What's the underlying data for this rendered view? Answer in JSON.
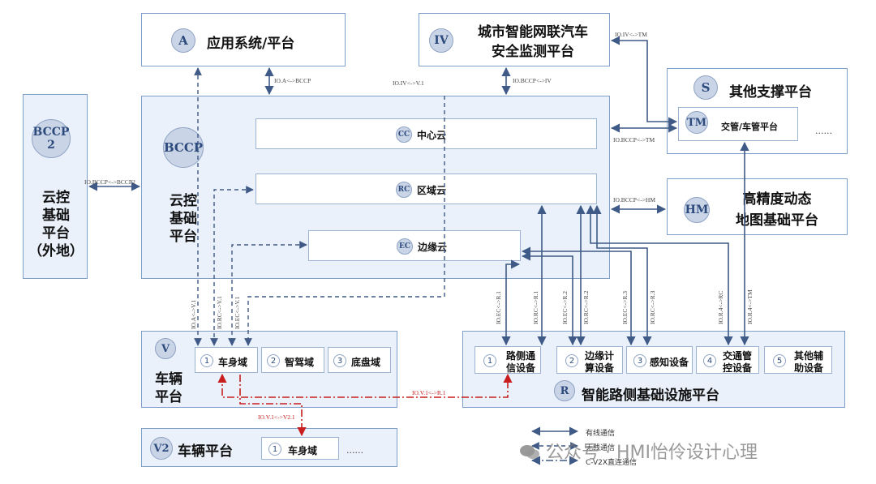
{
  "top": {
    "a": {
      "badge": "A",
      "title": "应用系统/平台"
    },
    "iv": {
      "badge": "IV",
      "title_line1": "城市智能网联汽车",
      "title_line2": "安全监测平台"
    },
    "s": {
      "badge": "S",
      "title": "其他支撑平台"
    },
    "tm": {
      "badge": "TM",
      "label": "交管/车管平台",
      "more": "......"
    },
    "hm": {
      "badge": "HM",
      "title_line1": "高精度动态",
      "title_line2": "地图基础平台"
    }
  },
  "bccp2": {
    "badge_line1": "BCCP",
    "badge_line2": "2",
    "title_lines": [
      "云控",
      "基础",
      "平台",
      "（外地）"
    ]
  },
  "bccp": {
    "badge": "BCCP",
    "title_lines": [
      "云控",
      "基础",
      "平台"
    ],
    "clouds": [
      {
        "badge": "CC",
        "label": "中心云"
      },
      {
        "badge": "RC",
        "label": "区域云"
      },
      {
        "badge": "EC",
        "label": "边缘云"
      }
    ]
  },
  "vehicle": {
    "badge": "V",
    "title_lines": [
      "车辆",
      "平台"
    ],
    "domains": [
      {
        "num": "1",
        "label": "车身域"
      },
      {
        "num": "2",
        "label": "智驾域"
      },
      {
        "num": "3",
        "label": "底盘域"
      }
    ]
  },
  "vehicle2": {
    "badge": "V2",
    "title": "车辆平台",
    "domain": {
      "num": "1",
      "label": "车身域"
    },
    "more": "......"
  },
  "roadside": {
    "badge": "R",
    "title": "智能路侧基础设施平台",
    "devices": [
      {
        "num": "1",
        "line1": "路侧通",
        "line2": "信设备"
      },
      {
        "num": "2",
        "line1": "边缘计",
        "line2": "算设备"
      },
      {
        "num": "3",
        "line1": "感知设备",
        "line2": ""
      },
      {
        "num": "4",
        "line1": "交通管",
        "line2": "控设备"
      },
      {
        "num": "5",
        "line1": "其他辅",
        "line2": "助设备"
      }
    ]
  },
  "interfaces": {
    "a_bccp": "IO.A<->BCCP",
    "iv_v1": "IO.IV<->V.1",
    "bccp_iv": "IO.BCCP<->IV",
    "iv_tm": "IO.IV<->TM",
    "bccp_tm": "IO.BCCP<->TM",
    "bccp_hm": "IO.BCCP<->HM",
    "bccp_bccp2": "IO.BCCP<->BCCP2",
    "a_v1": "IO.A<->V.1",
    "rc_v1": "IO.RC<->V.1",
    "ec_v1": "IO.EC<->V.1",
    "ec_r1": "IO.EC<->R.1",
    "rc_r1": "IO.RC<->R.1",
    "ec_r2": "IO.EC<->R.2",
    "rc_r2": "IO.RC<->R.2",
    "ec_r3": "IO.EC<->R.3",
    "rc_r3": "IO.RC<->R.3",
    "r4_rc": "IO.R.4<->RC",
    "r4_tm": "IO.R.4<->TM",
    "v1_r1": "IO.V.1<->R.1",
    "v1_v21": "IO.V.1<->V2.1"
  },
  "legend": {
    "wired": "有线通信",
    "wireless": "无线通信",
    "c_v2x": "C-V2X直连通信"
  },
  "watermark": "公众号 · HMI怡伶设计心理",
  "colors": {
    "wired": "#3f5a86",
    "c_v2x": "#c81e1e",
    "box_border": "#7e9fc9",
    "box_fill": "#eaf1fb"
  }
}
